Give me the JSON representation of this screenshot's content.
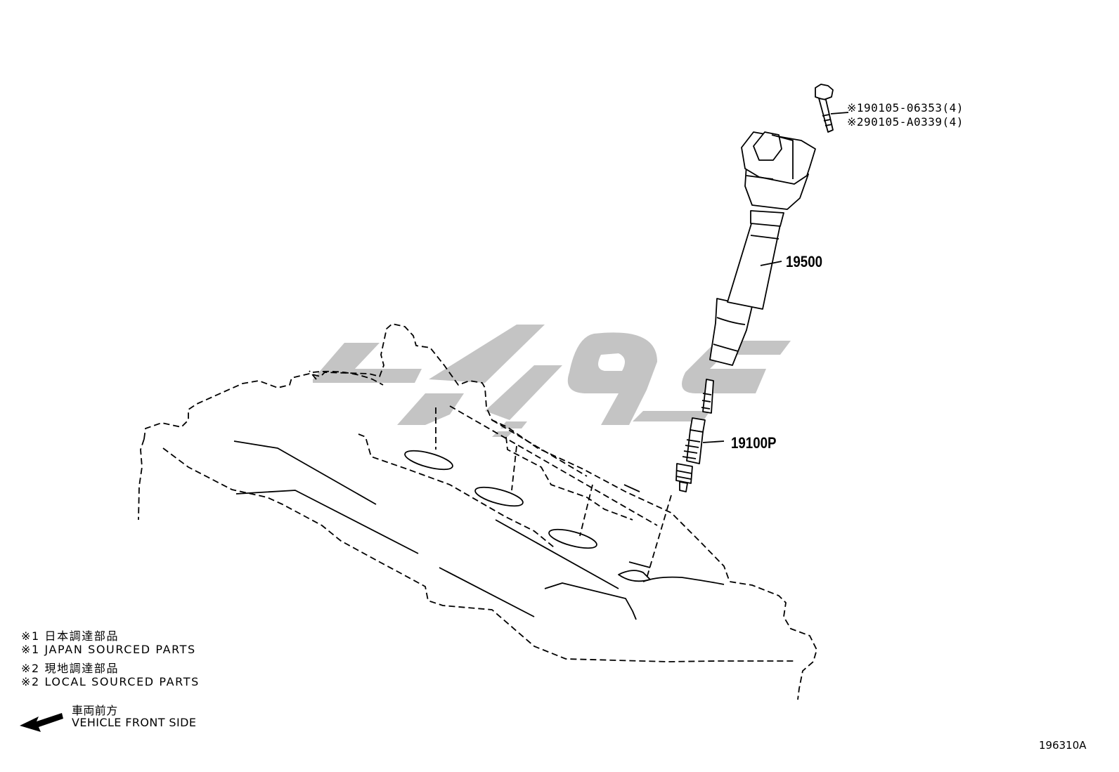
{
  "callouts": {
    "bolt_line1": "※190105-06353(4)",
    "bolt_line2": "※290105-A0339(4)",
    "coil": "19500",
    "plug": "19100P"
  },
  "legend": [
    "※1 日本調達部品",
    "※1 JAPAN SOURCED PARTS",
    "※2 現地調達部品",
    "※2 LOCAL SOURCED PARTS"
  ],
  "front_direction": {
    "line1": "車両前方",
    "line2": "VEHICLE FRONT SIDE"
  },
  "diagram_code": "196310A",
  "colors": {
    "line": "#000000",
    "watermark": "#c4c4c4",
    "background": "#ffffff"
  },
  "icons": [
    "front-arrow-icon",
    "watermark-logo"
  ]
}
